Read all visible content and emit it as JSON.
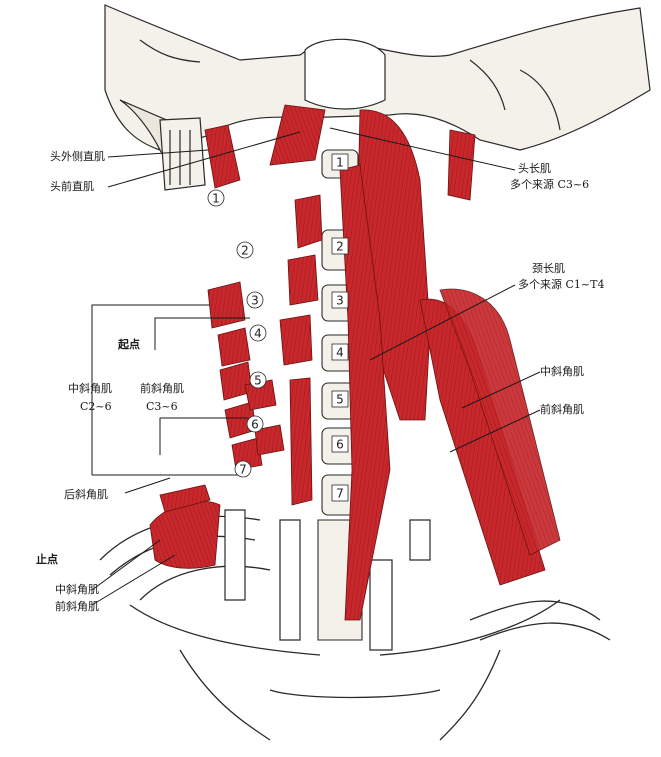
{
  "labels": {
    "lateral_rectus": "头外侧直肌",
    "anterior_rectus": "头前直肌",
    "longus_capitis": "头长肌",
    "longus_capitis_origin": "多个来源 C3~6",
    "longus_colli": "颈长肌",
    "longus_colli_origin": "多个来源 C1~T4",
    "origin": "起点",
    "middle_scalene_origin": "中斜角肌",
    "middle_scalene_levels": "C2~6",
    "anterior_scalene_origin": "前斜角肌",
    "anterior_scalene_levels": "C3~6",
    "posterior_scalene": "后斜角肌",
    "insertion": "止点",
    "middle_scalene_insertion": "中斜角肌",
    "anterior_scalene_insertion": "前斜角肌",
    "middle_scalene_right": "中斜角肌",
    "anterior_scalene_right": "前斜角肌"
  },
  "vertebra_numbers": [
    "1",
    "2",
    "3",
    "4",
    "5",
    "6",
    "7"
  ],
  "transverse_numbers": [
    "1",
    "2",
    "3",
    "4",
    "5",
    "6",
    "7"
  ],
  "colors": {
    "muscle": "#c8282c",
    "muscle_dark": "#9e1c20",
    "bone": "#f4f1ea",
    "line": "#2a2a2a"
  }
}
